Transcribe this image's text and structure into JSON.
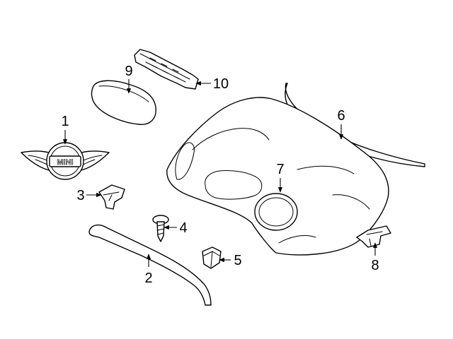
{
  "callouts": [
    {
      "id": "1",
      "label": "1"
    },
    {
      "id": "2",
      "label": "2"
    },
    {
      "id": "3",
      "label": "3"
    },
    {
      "id": "4",
      "label": "4"
    },
    {
      "id": "5",
      "label": "5"
    },
    {
      "id": "6",
      "label": "6"
    },
    {
      "id": "7",
      "label": "7"
    },
    {
      "id": "8",
      "label": "8"
    },
    {
      "id": "9",
      "label": "9"
    },
    {
      "id": "10",
      "label": "10"
    }
  ],
  "badge_text": "MINI",
  "colors": {
    "line": "#000000",
    "background": "#ffffff"
  }
}
